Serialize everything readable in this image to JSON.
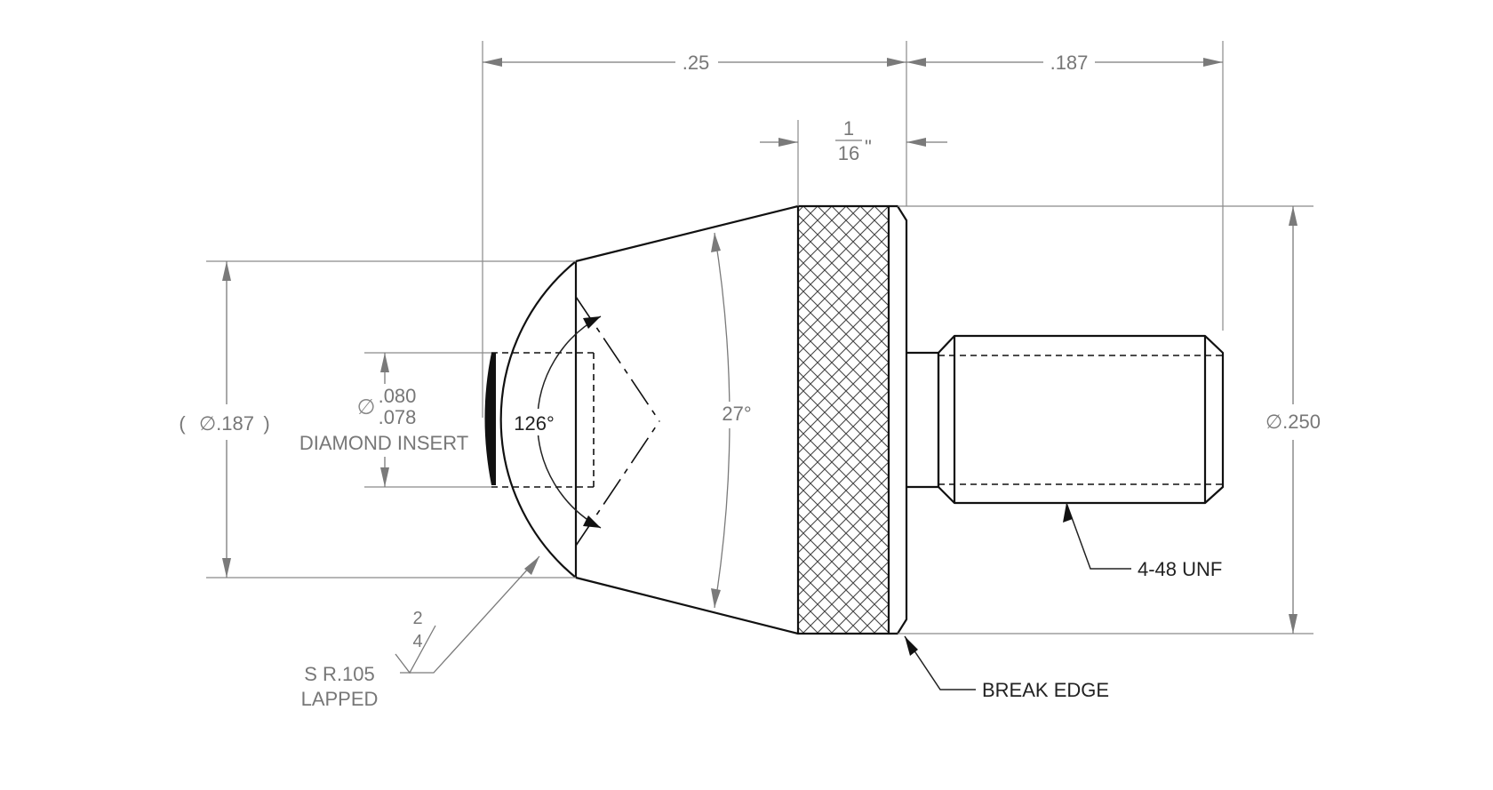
{
  "dimensions": {
    "tip_length": ".25",
    "shank_length": ".187",
    "knurl_width_numerator": "1",
    "knurl_width_denominator": "16",
    "knurl_width_unit": "\"",
    "tip_diameter_ref": "∅.187",
    "insert_diameter_max": ".080",
    "insert_diameter_min": ".078",
    "body_diameter": "∅.250",
    "cone_angle": "27°",
    "insert_angle": "126°"
  },
  "callouts": {
    "insert_label": "DIAMOND INSERT",
    "thread": "4-48 UNF",
    "break_edge": "BREAK EDGE",
    "sphere_radius": "S R.105",
    "finish": "LAPPED",
    "roughness_upper": "2",
    "roughness_lower": "4"
  },
  "symbols": {
    "diameter": "∅",
    "paren_open": "(",
    "paren_close": ")"
  }
}
